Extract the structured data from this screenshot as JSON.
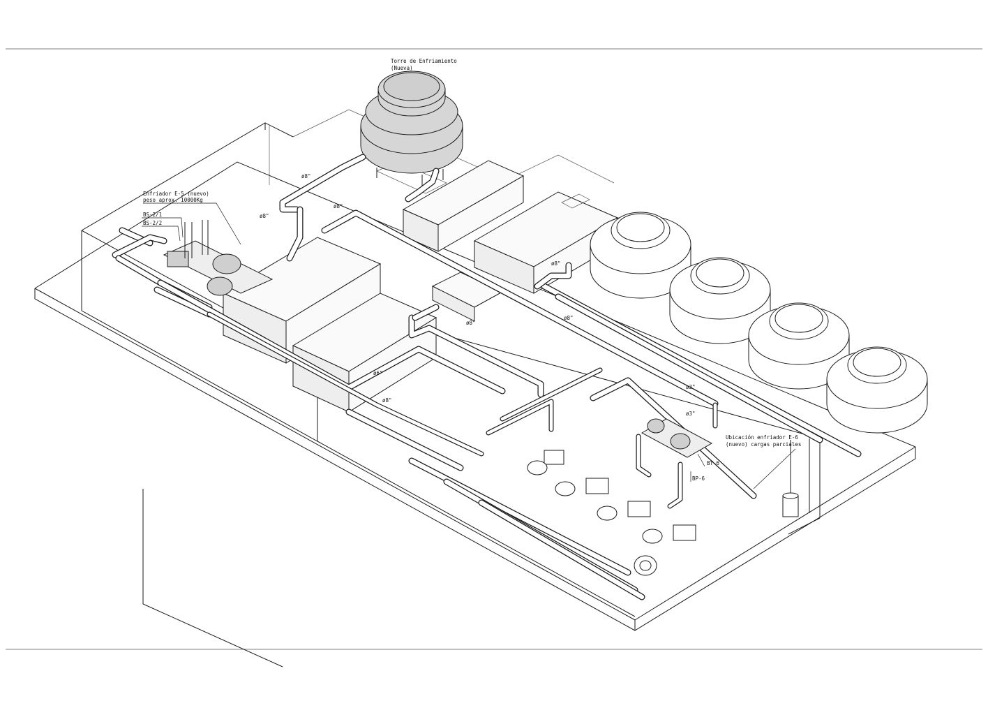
{
  "labels": {
    "cooling_tower_title": "Torre de Enfriamiento",
    "cooling_tower_sub": "(Nueva)",
    "chiller_e5_line1": "Enfriador E-5 (nuevo)",
    "chiller_e5_line2": "peso aprox. 10000Kg",
    "bs21": "BS-2/1",
    "bs22": "BS-2/2",
    "chiller_e6_line1": "Ubicación enfriador E-6",
    "chiller_e6_line2": "(nuevo) cargas parciales",
    "bt6": "BT-6",
    "bp6": "BP-6"
  },
  "pipe_sizes": {
    "p1": "ø8\"",
    "p2": "ø8\"",
    "p3": "ø8\"",
    "p4": "ø8\"",
    "p5": "ø8\"",
    "p6": "ø8\"",
    "p7": "ø6\"",
    "p8": "ø8\"",
    "p9": "ø3\"",
    "p10": "ø3\""
  },
  "colors": {
    "line": "#1a1a1a",
    "new_tower_fill": "#d6d6d6",
    "existing_tower_fill": "#ffffff",
    "paper": "#ffffff"
  }
}
